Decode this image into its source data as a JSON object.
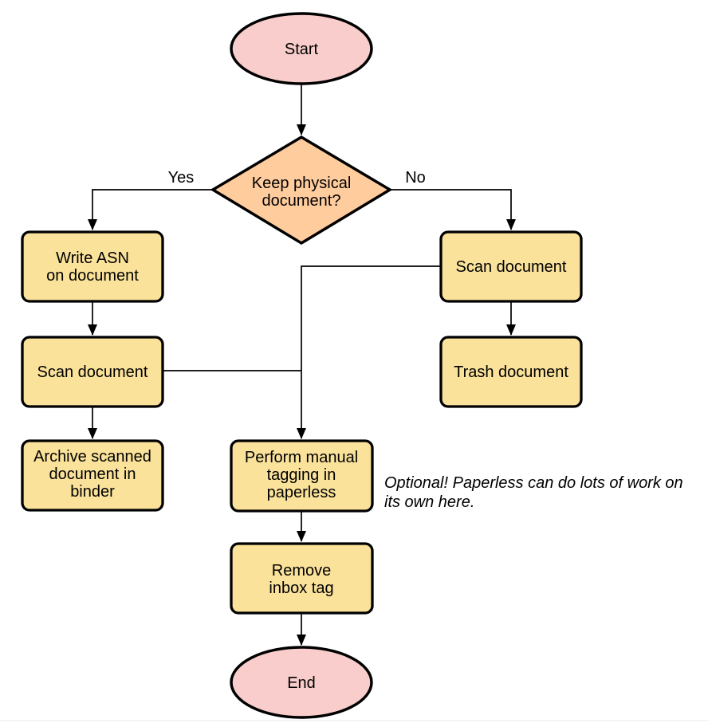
{
  "colors": {
    "terminal_fill": "#F8CDCB",
    "decision_fill": "#FFCC9E",
    "process_fill": "#FAE29B",
    "stroke": "#000000",
    "divider": "#F0F1F3"
  },
  "nodes": {
    "start": {
      "label": "Start"
    },
    "decision": {
      "line1": "Keep physical",
      "line2": "document?"
    },
    "write_asn": {
      "line1": "Write ASN",
      "line2": "on document"
    },
    "scan_left": {
      "label": "Scan document"
    },
    "archive": {
      "line1": "Archive scanned",
      "line2": "document in",
      "line3": "binder"
    },
    "scan_right": {
      "label": "Scan document"
    },
    "trash": {
      "label": "Trash document"
    },
    "tagging": {
      "line1": "Perform manual",
      "line2": "tagging in",
      "line3": "paperless"
    },
    "remove_inbox": {
      "line1": "Remove",
      "line2": "inbox tag"
    },
    "end": {
      "label": "End"
    }
  },
  "edge_labels": {
    "yes": "Yes",
    "no": "No"
  },
  "annotation": {
    "line1": "Optional! Paperless can do lots of work on",
    "line2": "its own here."
  }
}
